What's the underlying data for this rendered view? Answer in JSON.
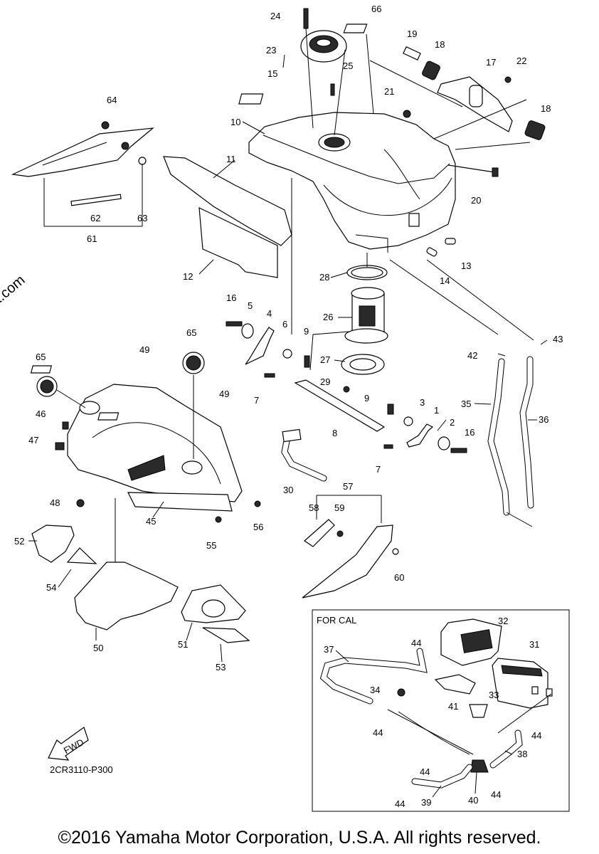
{
  "watermark": "© Partzilla.com",
  "inset_label": "FOR CAL",
  "direction_label": "FWD",
  "diagram_code": "2CR3110-P300",
  "copyright": "©2016 Yamaha Motor Corporation, U.S.A. All rights reserved.",
  "callouts": [
    {
      "id": "c1",
      "text": "1"
    },
    {
      "id": "c2",
      "text": "2"
    },
    {
      "id": "c3",
      "text": "3"
    },
    {
      "id": "c4",
      "text": "4"
    },
    {
      "id": "c5",
      "text": "5"
    },
    {
      "id": "c6",
      "text": "6"
    },
    {
      "id": "c7a",
      "text": "7"
    },
    {
      "id": "c7b",
      "text": "7"
    },
    {
      "id": "c8",
      "text": "8"
    },
    {
      "id": "c9a",
      "text": "9"
    },
    {
      "id": "c9b",
      "text": "9"
    },
    {
      "id": "c10",
      "text": "10"
    },
    {
      "id": "c11",
      "text": "11"
    },
    {
      "id": "c12",
      "text": "12"
    },
    {
      "id": "c13",
      "text": "13"
    },
    {
      "id": "c14",
      "text": "14"
    },
    {
      "id": "c15",
      "text": "15"
    },
    {
      "id": "c16a",
      "text": "16"
    },
    {
      "id": "c16b",
      "text": "16"
    },
    {
      "id": "c17",
      "text": "17"
    },
    {
      "id": "c18a",
      "text": "18"
    },
    {
      "id": "c18b",
      "text": "18"
    },
    {
      "id": "c19",
      "text": "19"
    },
    {
      "id": "c20",
      "text": "20"
    },
    {
      "id": "c21",
      "text": "21"
    },
    {
      "id": "c22",
      "text": "22"
    },
    {
      "id": "c23",
      "text": "23"
    },
    {
      "id": "c24",
      "text": "24"
    },
    {
      "id": "c25",
      "text": "25"
    },
    {
      "id": "c26",
      "text": "26"
    },
    {
      "id": "c27",
      "text": "27"
    },
    {
      "id": "c28",
      "text": "28"
    },
    {
      "id": "c29",
      "text": "29"
    },
    {
      "id": "c30",
      "text": "30"
    },
    {
      "id": "c31",
      "text": "31"
    },
    {
      "id": "c32",
      "text": "32"
    },
    {
      "id": "c33",
      "text": "33"
    },
    {
      "id": "c34",
      "text": "34"
    },
    {
      "id": "c35",
      "text": "35"
    },
    {
      "id": "c36",
      "text": "36"
    },
    {
      "id": "c37",
      "text": "37"
    },
    {
      "id": "c38",
      "text": "38"
    },
    {
      "id": "c39",
      "text": "39"
    },
    {
      "id": "c40",
      "text": "40"
    },
    {
      "id": "c41",
      "text": "41"
    },
    {
      "id": "c42",
      "text": "42"
    },
    {
      "id": "c43",
      "text": "43"
    },
    {
      "id": "c44a",
      "text": "44"
    },
    {
      "id": "c44b",
      "text": "44"
    },
    {
      "id": "c44c",
      "text": "44"
    },
    {
      "id": "c44d",
      "text": "44"
    },
    {
      "id": "c44e",
      "text": "44"
    },
    {
      "id": "c44f",
      "text": "44"
    },
    {
      "id": "c45",
      "text": "45"
    },
    {
      "id": "c46",
      "text": "46"
    },
    {
      "id": "c47",
      "text": "47"
    },
    {
      "id": "c48",
      "text": "48"
    },
    {
      "id": "c49a",
      "text": "49"
    },
    {
      "id": "c49b",
      "text": "49"
    },
    {
      "id": "c50",
      "text": "50"
    },
    {
      "id": "c51",
      "text": "51"
    },
    {
      "id": "c52",
      "text": "52"
    },
    {
      "id": "c53",
      "text": "53"
    },
    {
      "id": "c54",
      "text": "54"
    },
    {
      "id": "c55",
      "text": "55"
    },
    {
      "id": "c56",
      "text": "56"
    },
    {
      "id": "c57",
      "text": "57"
    },
    {
      "id": "c58",
      "text": "58"
    },
    {
      "id": "c59",
      "text": "59"
    },
    {
      "id": "c60",
      "text": "60"
    },
    {
      "id": "c61",
      "text": "61"
    },
    {
      "id": "c62",
      "text": "62"
    },
    {
      "id": "c63",
      "text": "63"
    },
    {
      "id": "c64",
      "text": "64"
    },
    {
      "id": "c65a",
      "text": "65"
    },
    {
      "id": "c65b",
      "text": "65"
    },
    {
      "id": "c66",
      "text": "66"
    }
  ]
}
